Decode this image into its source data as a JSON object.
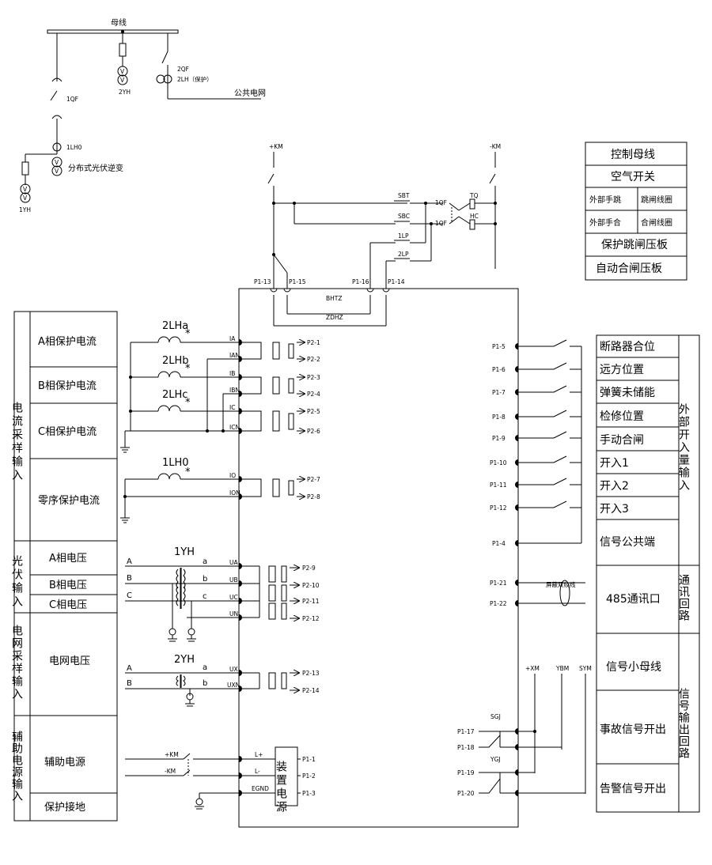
{
  "busbar": {
    "title": "母线",
    "qf1": "1QF",
    "qf2": "2QF",
    "lh0": "1LH0",
    "lh2": "2LH（保护）",
    "yh1": "1YH",
    "yh2": "2YH",
    "v": "V",
    "grid": "公共电网",
    "pv": "分布式光伏逆变"
  },
  "control": {
    "pkm": "+KM",
    "nkm": "-KM",
    "sbt": "SBT",
    "sbc": "SBC",
    "lp1": "1LP",
    "lp2": "2LP",
    "tq": "TQ",
    "hc": "HC",
    "qf": "1QF",
    "bhtz": "BHTZ",
    "zdhz": "ZDHZ",
    "terms": [
      "P1-13",
      "P1-15",
      "P1-16",
      "P1-14"
    ]
  },
  "legend": [
    {
      "full": "控制母线"
    },
    {
      "full": "空气开关"
    },
    {
      "a": "外部手跳",
      "b": "跳闸线圈"
    },
    {
      "a": "外部手合",
      "b": "合闸线圈"
    },
    {
      "full": "保护跳闸压板"
    },
    {
      "full": "自动合闸压板"
    }
  ],
  "left_panel": {
    "groups": [
      {
        "title": "电流采样输入",
        "rows": [
          "A相保护电流",
          "B相保护电流",
          "C相保护电流",
          "零序保护电流"
        ]
      },
      {
        "title": "光伏输入",
        "rows": [
          "A相电压",
          "B相电压",
          "C相电压"
        ]
      },
      {
        "title": "电网采样输入",
        "rows": [
          "电网电压"
        ]
      },
      {
        "title": "辅助电源输入",
        "rows": [
          "辅助电源",
          "保护接地"
        ]
      }
    ]
  },
  "current": {
    "cts": [
      "2LHa",
      "2LHb",
      "2LHc",
      "1LH0"
    ],
    "star": "*",
    "inputs": [
      "IA",
      "IAN",
      "IB",
      "IBN",
      "IC",
      "ICN",
      "IO",
      "ION"
    ],
    "outputs": [
      "P2-1",
      "P2-2",
      "P2-3",
      "P2-4",
      "P2-5",
      "P2-6",
      "P2-7",
      "P2-8"
    ]
  },
  "voltage": {
    "pt1": "1YH",
    "pt2": "2YH",
    "phases": [
      "A",
      "B",
      "C"
    ],
    "sec": [
      "a",
      "b",
      "c"
    ],
    "inputs": [
      "UA",
      "UB",
      "UC",
      "UN",
      "UX",
      "UXN"
    ],
    "outputs": [
      "P2-9",
      "P2-10",
      "P2-11",
      "P2-12",
      "P2-13",
      "P2-14"
    ]
  },
  "power": {
    "pkm": "+KM",
    "nkm": "-KM",
    "inputs": [
      "L+",
      "L-",
      "EGND"
    ],
    "outputs": [
      "P1-1",
      "P1-2",
      "P1-3"
    ],
    "psu": "装置电源"
  },
  "digital_in": {
    "terms": [
      "P1-5",
      "P1-6",
      "P1-7",
      "P1-8",
      "P1-9",
      "P1-10",
      "P1-11",
      "P1-12",
      "P1-4"
    ],
    "labels": [
      "断路器合位",
      "远方位置",
      "弹簧未储能",
      "检修位置",
      "手动合闸",
      "开入1",
      "开入2",
      "开入3",
      "信号公共端"
    ],
    "group": "外部开入量输入"
  },
  "comm": {
    "terms": [
      "P1-21",
      "P1-22"
    ],
    "cable": "屏蔽双绞线",
    "label": "485通讯口",
    "group": "通讯回路"
  },
  "signal": {
    "buses": [
      "+XM",
      "YBM",
      "SYM"
    ],
    "relays": [
      "SGJ",
      "YGJ"
    ],
    "terms": [
      "P1-17",
      "P1-18",
      "P1-19",
      "P1-20"
    ],
    "labels": [
      "信号小母线",
      "事故信号开出",
      "告警信号开出"
    ],
    "group": "信号输出回路"
  }
}
